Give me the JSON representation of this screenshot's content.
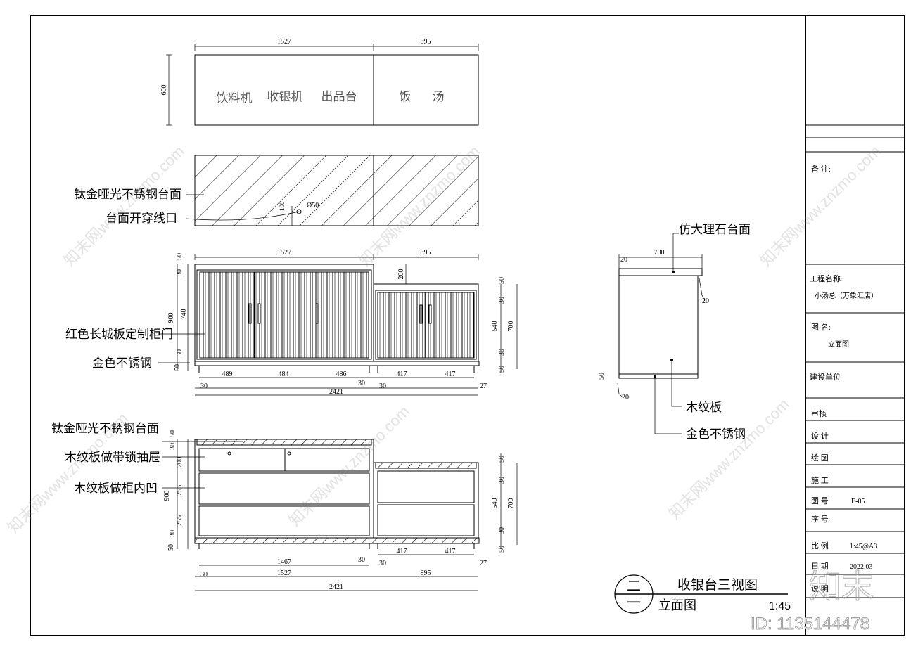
{
  "top_view": {
    "dims": {
      "d1527": "1527",
      "d895": "895",
      "d600": "600"
    },
    "labels": [
      "饮料机",
      "收银机",
      "出品台",
      "饭",
      "汤"
    ]
  },
  "hatch_view": {
    "callouts": [
      "钛金哑光不锈钢台面",
      "台面开穿线口"
    ],
    "phi": "Ø50",
    "d100": "100"
  },
  "front_view": {
    "top_dims": {
      "d1527": "1527",
      "d895": "895"
    },
    "left_dims": {
      "d50": "50",
      "d30a": "30",
      "d900": "900",
      "d740": "740",
      "d30b": "30",
      "d50b": "50"
    },
    "right_dims": {
      "d50": "50",
      "d30a": "30",
      "d540": "540",
      "d700": "700",
      "d30b": "30",
      "d50b": "50"
    },
    "d200": "200",
    "bottom_dims": {
      "a": "489",
      "b": "484",
      "c": "486",
      "d": "417",
      "e": "417",
      "f": "30",
      "g": "30",
      "h": "30",
      "i": "27",
      "total": "2421"
    },
    "callouts": [
      "红色长城板定制柜门",
      "金色不锈钢"
    ]
  },
  "back_view": {
    "callouts": [
      "钛金哑光不锈钢台面",
      "木纹板做带锁抽屉",
      "木纹板做柜内凹"
    ],
    "left_dims": {
      "d50": "50",
      "d30": "30",
      "d200": "200",
      "d900": "900",
      "d255a": "255",
      "d255b": "255",
      "d30b": "30",
      "d50b": "50"
    },
    "right_dims": {
      "d50": "50",
      "d30a": "30",
      "d540": "540",
      "d700": "700",
      "d30b": "30",
      "d50b": "50"
    },
    "bottom_dims": {
      "d417a": "417",
      "d417b": "417",
      "d1467": "1467",
      "d30a": "30",
      "d30b": "30",
      "d27": "27",
      "d30c": "30",
      "d1527": "1527",
      "d895": "895",
      "total": "2421"
    }
  },
  "side_view": {
    "callouts": [
      "仿大理石台面",
      "木纹板",
      "金色不锈钢"
    ],
    "dims": {
      "d700": "700",
      "d20a": "20",
      "d20b": "20",
      "d50": "50",
      "d20c": "20"
    }
  },
  "title": {
    "main": "收银台三视图",
    "sub": "立面图",
    "num_top": "二",
    "num_bottom": "一",
    "scale": "1:45"
  },
  "title_block": {
    "remarks_label": "备 注:",
    "project_label": "工程名称:",
    "project_value": "小汤总（万象汇店）",
    "drawing_label": "图  名:",
    "drawing_value": "立面图",
    "client_label": "建设单位",
    "review_label": "审核",
    "design_label": "设 计",
    "draw_label": "绘 图",
    "build_label": "施 工",
    "number_label": "图 号",
    "number_value": "E-05",
    "seq_label": "序 号",
    "scale_label": "比 例",
    "scale_value": "1:45@A3",
    "date_label": "日 期",
    "date_value": "2022.03",
    "note_label": "说 明"
  },
  "watermark": {
    "brand": "知末",
    "id": "ID: 1135144478",
    "site": "知末网www.znzmo.com"
  }
}
